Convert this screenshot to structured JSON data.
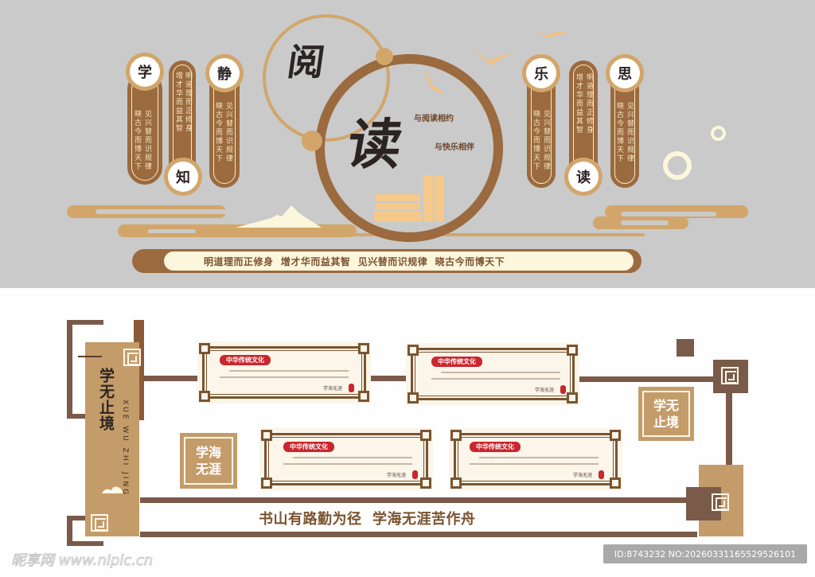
{
  "top_panel": {
    "title_chars": [
      "阅",
      "读"
    ],
    "slogan_lines": [
      "与阅读相约",
      "与快乐相伴"
    ],
    "left_pillars": [
      {
        "medal": "学",
        "medal_position": "top",
        "lines": [
          "见兴替而识规律",
          "晓古今而博天下"
        ]
      },
      {
        "medal": "知",
        "medal_position": "bottom",
        "lines": [
          "明道理而正修身",
          "增才华而益其智"
        ]
      },
      {
        "medal": "静",
        "medal_position": "top",
        "lines": [
          "见兴替而识规律",
          "晓古今而博天下"
        ]
      }
    ],
    "right_pillars": [
      {
        "medal": "乐",
        "medal_position": "top",
        "lines": [
          "见兴替而识规律",
          "晓古今而博天下"
        ]
      },
      {
        "medal": "读",
        "medal_position": "bottom",
        "lines": [
          "明道理而正修身",
          "增才华而益其智"
        ]
      },
      {
        "medal": "思",
        "medal_position": "top",
        "lines": [
          "见兴替而识规律",
          "晓古今而博天下"
        ]
      }
    ],
    "banner_text": "明道理而正修身  增才华而益其智  见兴替而识规律  晓古今而博天下",
    "colors": {
      "background": "#c9cac9",
      "brown": "#9b6a3e",
      "tan": "#d2a66a",
      "cream": "#fcf6dc",
      "ink": "#2c2422"
    }
  },
  "bottom_panel": {
    "side_banner": {
      "title": "学无止境",
      "pinyin": "XUE WU ZHI JING"
    },
    "tiles": [
      {
        "text": "学海无涯"
      },
      {
        "text": "学无止境"
      }
    ],
    "cards": [
      {
        "tag": "中华传统文化",
        "signature": "学海无涯"
      },
      {
        "tag": "中华传统文化",
        "signature": "学海无涯"
      },
      {
        "tag": "中华传统文化",
        "signature": "学海无涯"
      },
      {
        "tag": "中华传统文化",
        "signature": "学海无涯"
      }
    ],
    "footer_slogan": "书山有路勤为径  学海无涯苦作舟",
    "colors": {
      "frame_brown": "#7a5a48",
      "tan": "#c49c6a",
      "red_tag": "#c9272e",
      "card_bg": "#fbf5ea"
    }
  },
  "watermark": {
    "logo_text": "昵享网 www.nipic.cn",
    "id_text": "ID:8743232 NO:20260331165529526101"
  }
}
